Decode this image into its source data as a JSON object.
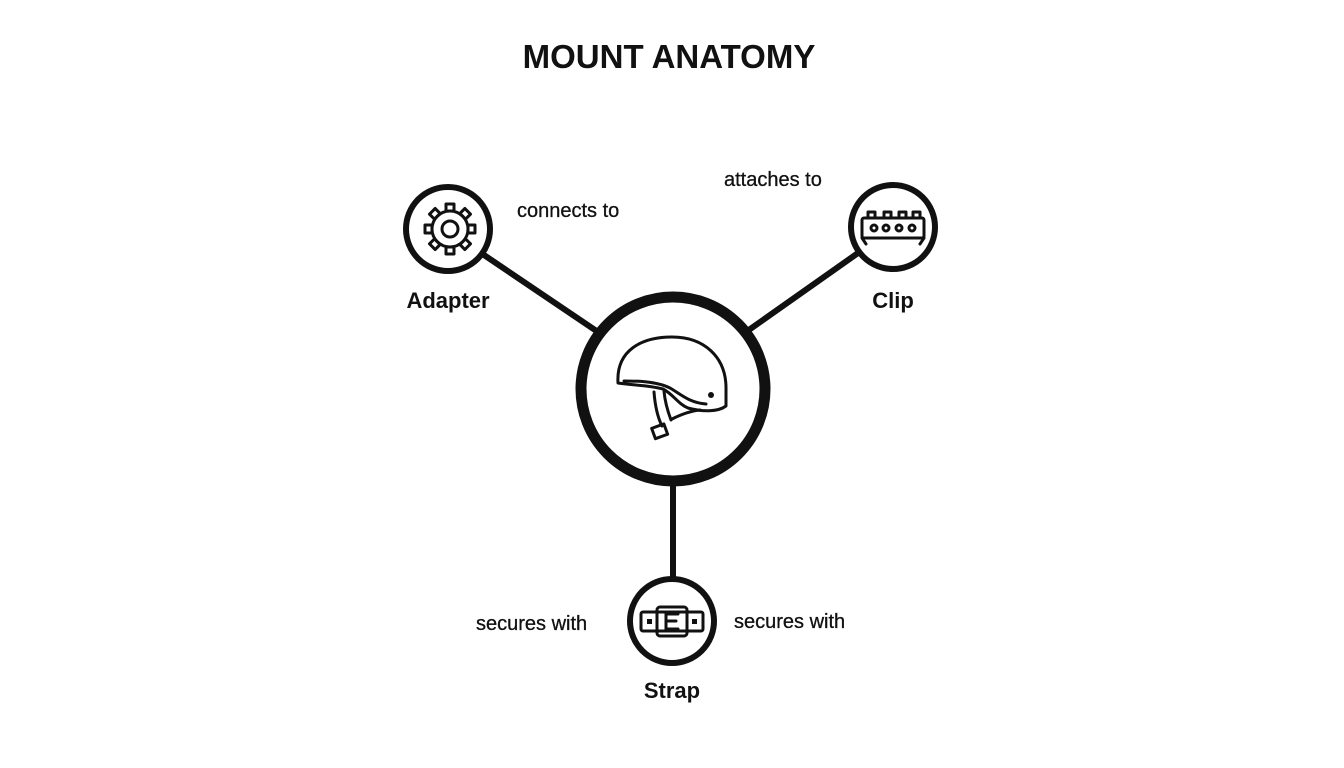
{
  "title": "MOUNT ANATOMY",
  "nodes": {
    "helmet": {
      "icon": "helmet-icon"
    },
    "adapter": {
      "label": "Adapter",
      "icon": "gear-icon"
    },
    "clip": {
      "label": "Clip",
      "icon": "rail-clip-icon"
    },
    "strap": {
      "label": "Strap",
      "icon": "buckle-icon"
    }
  },
  "edges": {
    "adapter": "connects to",
    "clip": "attaches to",
    "strap_left": "secures with",
    "strap_right": "secures with"
  },
  "colors": {
    "ink": "#111111",
    "background": "#ffffff"
  }
}
